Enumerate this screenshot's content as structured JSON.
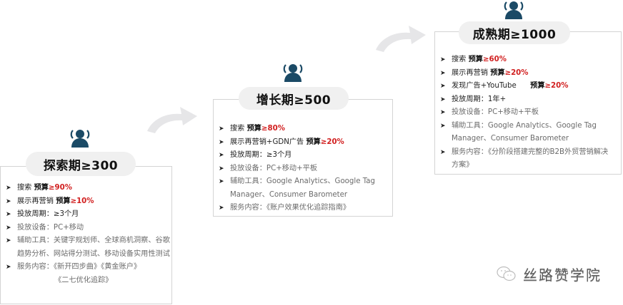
{
  "colors": {
    "icon": "#1b4a66",
    "accent_red": "#d11f1f",
    "pill_bg": "#f0f0f0",
    "arrow": "#e6e6e8",
    "border": "#d4d4d4"
  },
  "stages": [
    {
      "title": "探索期≥300",
      "icon": "user-group-icon",
      "items": [
        {
          "style": "dark",
          "label": "搜索  ",
          "kw": "预算",
          "value": "≥90%"
        },
        {
          "style": "dark",
          "label": "展示再营销 ",
          "kw": "预算",
          "value": "≥10%"
        },
        {
          "style": "dark",
          "label": "投放周期：≥3个月"
        },
        {
          "style": "gray",
          "label": "投放设备：PC+移动"
        },
        {
          "style": "gray",
          "label": "辅助工具：关键字规划师、全球商机洞察、谷歌",
          "cont": "趋势分析、网站得分测试、移动设备实用性测试"
        },
        {
          "style": "gray",
          "label": "服务内容：《新开四步曲》《黄金账户》",
          "cont": "《二七优化追踪》"
        }
      ]
    },
    {
      "title": "增长期≥500",
      "icon": "user-group-icon",
      "items": [
        {
          "style": "dark",
          "label": "搜索 ",
          "kw": "预算",
          "value": "≥80%"
        },
        {
          "style": "dark",
          "label": "展示再营销+GDN广告  ",
          "kw": "预算",
          "value": "≥20%"
        },
        {
          "style": "dark",
          "label": "投放周期：≥3个月"
        },
        {
          "style": "gray",
          "label": "投放设备：PC+移动+平板"
        },
        {
          "style": "gray",
          "label": "辅助工具：Google Analytics、Google Tag",
          "cont": "Manager、Consumer Barometer"
        },
        {
          "style": "gray",
          "label": "服务内容：《账户效果优化追踪指南》"
        }
      ]
    },
    {
      "title": "成熟期≥1000",
      "icon": "user-group-icon",
      "items": [
        {
          "style": "dark",
          "label": "搜索  ",
          "kw": "预算",
          "value": "≥60%"
        },
        {
          "style": "dark",
          "label": "展示再营销 ",
          "kw": "预算",
          "value": "≥20%"
        },
        {
          "style": "dark",
          "label": "发现广告+YouTube      ",
          "kw": "预算",
          "value": "≥20%"
        },
        {
          "style": "dark",
          "label": "投放周期：1年+"
        },
        {
          "style": "gray",
          "label": "投放设备：PC+移动+平板"
        },
        {
          "style": "gray",
          "label": "辅助工具：Google Analytics、Google Tag",
          "cont": "Manager、Consumer Barometer"
        },
        {
          "style": "gray",
          "label": "服务内容：《分阶段搭建完整的B2B外贸营销解决",
          "cont": "方案》"
        }
      ]
    }
  ],
  "watermark": {
    "icon": "wechat-icon",
    "text": "丝路赞学院"
  }
}
